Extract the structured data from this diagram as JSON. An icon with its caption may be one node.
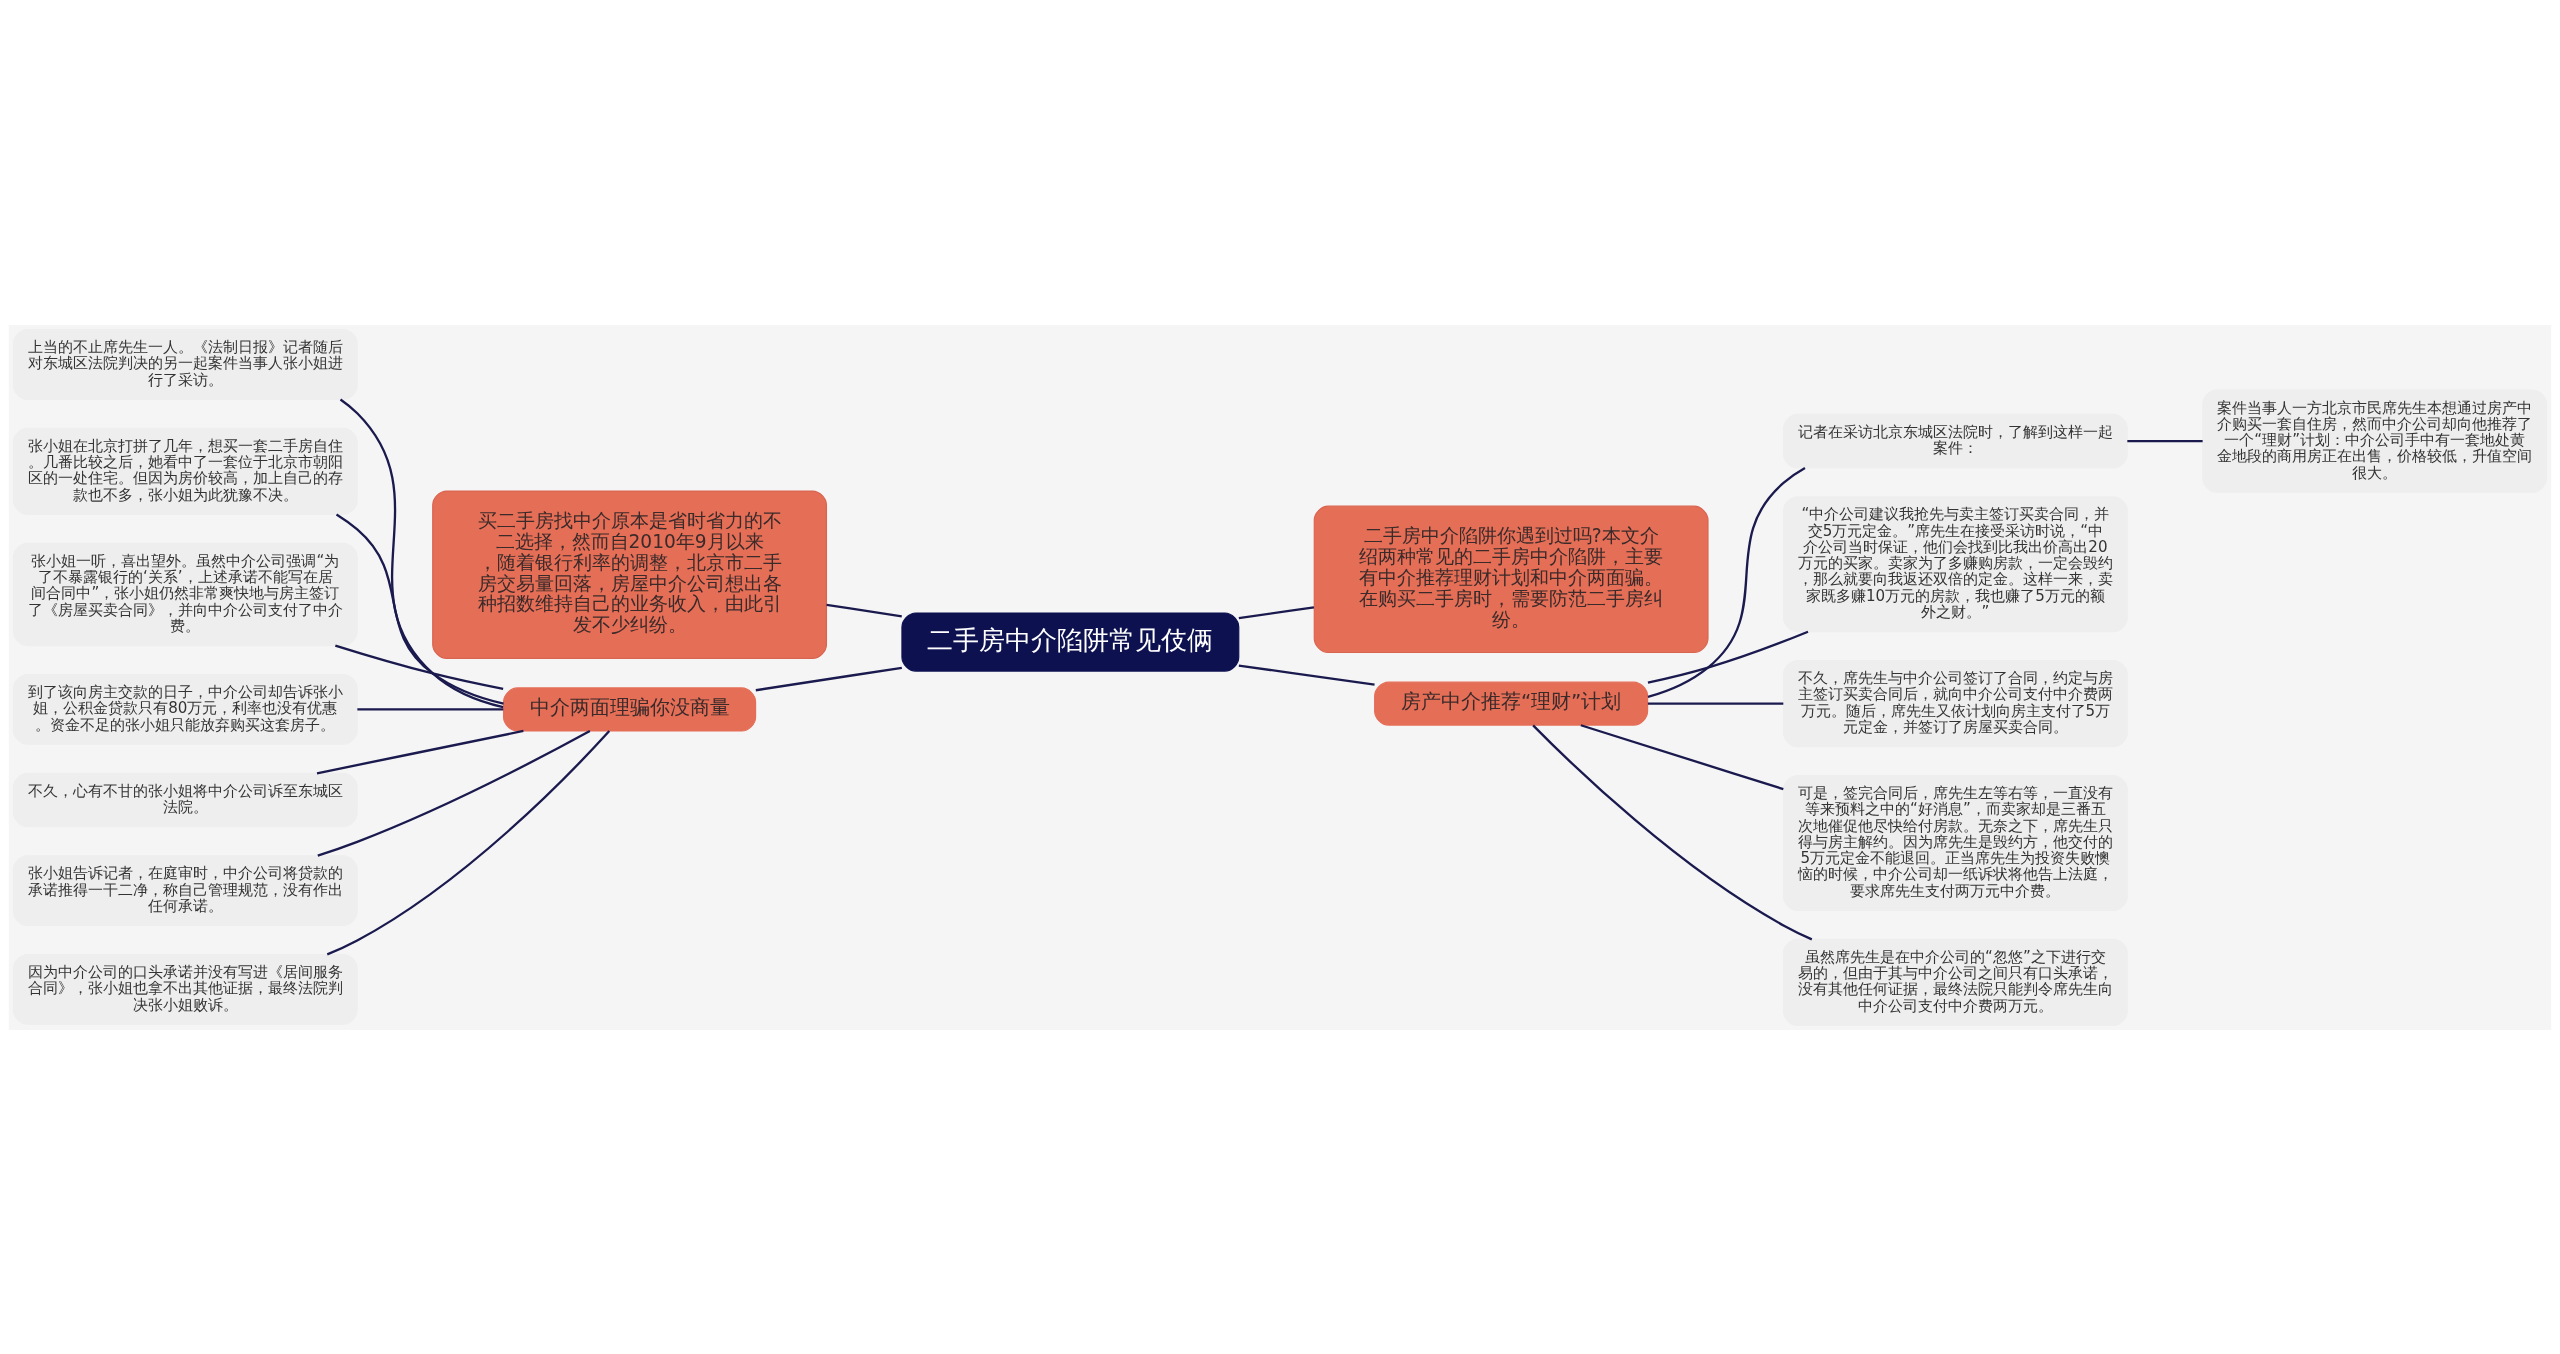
{
  "diagram": {
    "nodes": [
      {
        "text": [
          "二手房中介陷阱常见伎俩"
        ]
      },
      {
        "text": [
          "买二手房找中介原本是省时省力的不二选择，然而自2010年9月以来，随着银行利率的调整，北京市二手房交易量回落，房屋中介公司想出各种招数维持自己的业务收入，由此引发不少纠纷。"
        ]
      },
      {
        "text": [
          "二手房中介陷阱你遇到过吗?本文介绍两种常见的二手房中介陷阱，主要有中介推荐理财计划和中介两面骗。在购买二手房时，需要防范二手房纠纷。"
        ]
      },
      {
        "text": [
          "中介两面理骗你没商量"
        ]
      },
      {
        "text": [
          "上当的不止席先生一人。《法制日报》记者随后对东城区法院判决的另一起案件当事人张小姐进行了采访。"
        ]
      },
      {
        "text": [
          "张小姐在北京打拼了几年，想买一套二手房自住。几番比较之后，她看中了一套位于北京市朝阳区的一处住宅。但因为房价较高，加上自己的存款也不多，张小姐为此犹豫不决。"
        ]
      },
      {
        "text": [
          "张小姐一听，喜出望外。虽然中介公司强调“为了不暴露银行的‘关系’，上述承诺不能写在居间合同中”，张小姐仍然非常爽快地与房主签订了《房屋买卖合同》，并向中介公司支付了中介费。"
        ]
      },
      {
        "text": [
          "到了该向房主交款的日子，中介公司却告诉张小姐，公积金贷款只有80万元，利率也没有优惠。资金不足的张小姐只能放弃购买这套房子。"
        ]
      },
      {
        "text": [
          "不久，心有不甘的张小姐将中介公司诉至东城区法院。"
        ]
      },
      {
        "text": [
          "张小姐告诉记者，在庭审时，中介公司将贷款的承诺推得一干二净，称自己管理规范，没有作出任何承诺。"
        ]
      },
      {
        "text": [
          "因为中介公司的口头承诺并没有写进《居间服务合同》，张小姐也拿不出其他证据，最终法院判决张小姐败诉。"
        ]
      },
      {
        "text": [
          "房产中介推荐“理财”计划"
        ]
      },
      {
        "text": [
          "记者在采访北京东城区法院时，了解到这样一起案件："
        ]
      },
      {
        "text": [
          "案件当事人一方北京市民席先生本想通过房产中介购买一套自住房，然而中介公司却向他推荐了一个“理财”计划：中介公司手中有一套地处黄金地段的商用房正在出售，价格较低，升值空间很大。"
        ]
      },
      {
        "text": [
          "“中介公司建议我抢先与卖主签订买卖合同，并交5万元定金。”席先生在接受采访时说，“中介公司当时保证，他们会找到比我出价高出20万元的买家。卖家为了多赚购房款，一定会毁约，那么就要向我返还双倍的定金。这样一来，卖家既多赚10万元的房款，我也赚了5万元的额外之财。”"
        ]
      },
      {
        "text": [
          "不久，席先生与中介公司签订了合同，约定与房主签订买卖合同后，就向中介公司支付中介费两万元。随后，席先生又依计划向房主支付了5万元定金，并签订了房屋买卖合同。"
        ]
      },
      {
        "text": [
          "可是，签完合同后，席先生左等右等，一直没有等来预料之中的“好消息”，而卖家却是三番五次地催促他尽快给付房款。无奈之下，席先生只得与房主解约。因为席先生是毁约方，他交付的5万元定金不能退回。正当席先生为投资失败懊恼的时候，中介公司却一纸诉状将他告上法庭，要求席先生支付两万元中介费。"
        ]
      },
      {
        "text": [
          "虽然席先生是在中介公司的“忽悠”之下进行交易的，但由于其与中介公司之间只有口头承诺，没有其他任何证据，最终法院只能判令席先生向中介公司支付中介费两万元。"
        ]
      }
    ],
    "edges": [
      {
        "from": 0,
        "to": 1,
        "arrow": "none"
      },
      {
        "from": 0,
        "to": 2,
        "arrow": "none"
      },
      {
        "from": 0,
        "to": 3,
        "arrow": "none"
      },
      {
        "from": 0,
        "to": 11,
        "arrow": "none"
      },
      {
        "from": 3,
        "to": 4,
        "arrow": "none"
      },
      {
        "from": 3,
        "to": 5,
        "arrow": "none"
      },
      {
        "from": 3,
        "to": 6,
        "arrow": "none"
      },
      {
        "from": 3,
        "to": 7,
        "arrow": "none"
      },
      {
        "from": 3,
        "to": 8,
        "arrow": "none"
      },
      {
        "from": 3,
        "to": 9,
        "arrow": "none"
      },
      {
        "from": 3,
        "to": 10,
        "arrow": "none"
      },
      {
        "from": 11,
        "to": 12,
        "arrow": "none"
      },
      {
        "from": 12,
        "to": 13,
        "arrow": "none"
      },
      {
        "from": 11,
        "to": 14,
        "arrow": "none"
      },
      {
        "from": 11,
        "to": 15,
        "arrow": "none"
      },
      {
        "from": 11,
        "to": 16,
        "arrow": "none"
      },
      {
        "from": 11,
        "to": 17,
        "arrow": "none"
      }
    ]
  }
}
